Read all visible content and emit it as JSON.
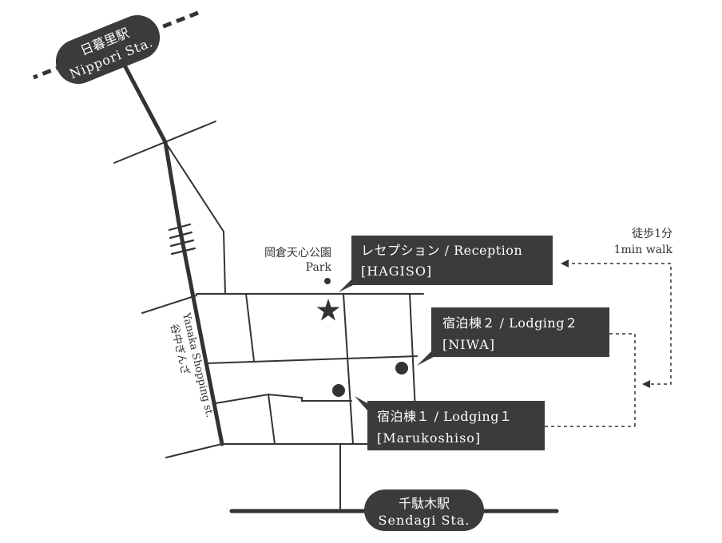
{
  "stations": {
    "nippori": {
      "name_ja": "日暮里駅",
      "name_en": "Nippori Sta."
    },
    "sendagi": {
      "name_ja": "千駄木駅",
      "name_en": "Sendagi Sta."
    }
  },
  "park": {
    "name_ja": "岡倉天心公園",
    "name_en": "Park"
  },
  "street": {
    "name_en": "Yanaka Shopping st.",
    "name_ja": "谷中ぎんざ"
  },
  "reception": {
    "line1": "レセプション / Reception",
    "line2": "[HAGISO]"
  },
  "lodging2": {
    "line1": "宿泊棟２ / Lodging２",
    "line2": "[NIWA]"
  },
  "lodging1": {
    "line1": "宿泊棟１ / Lodging１",
    "line2": "[Marukoshiso]"
  },
  "walk": {
    "ja": "徒歩1分",
    "en": "1min walk"
  },
  "colors": {
    "ink": "#333333",
    "label_bg": "#3b3b3b",
    "label_text": "#ffffff"
  }
}
